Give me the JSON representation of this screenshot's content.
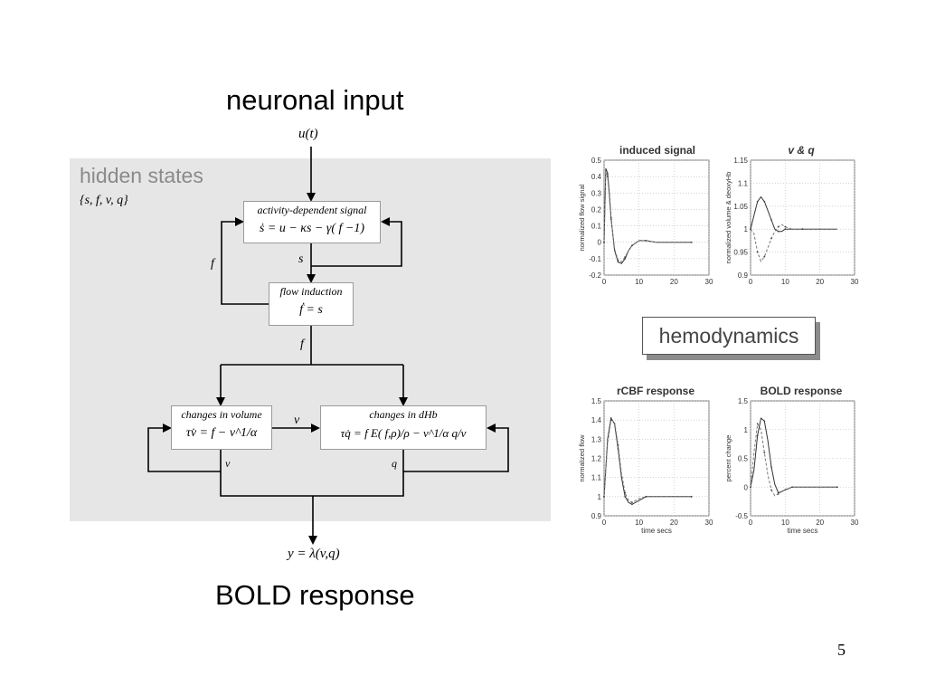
{
  "titles": {
    "top": "neuronal input",
    "bottom": "BOLD response",
    "input_symbol": "u(t)",
    "output_symbol": "y = λ(v,q)"
  },
  "hidden_states": {
    "label": "hidden states",
    "vars": "{s, f, v, q}"
  },
  "boxes": {
    "activity": {
      "title": "activity-dependent signal",
      "equation": "ṡ = u − κs − γ( f −1)"
    },
    "flow": {
      "title": "flow induction",
      "equation": "ḟ = s"
    },
    "volume": {
      "title": "changes in volume",
      "equation": "τv̇ = f − v^1/α"
    },
    "dhb": {
      "title": "changes in dHb",
      "equation": "τq̇ = f E( f,ρ)/ρ − v^1/α q/v"
    }
  },
  "edge_labels": {
    "s": "s",
    "f_left": "f",
    "f_mid": "f",
    "v_mid": "v",
    "v_low": "v",
    "q_low": "q"
  },
  "hemodynamics_label": "hemodynamics",
  "page_number": "5",
  "colors": {
    "panel": "#e6e6e6",
    "hidden_label": "#8a8a8a"
  },
  "plots": [
    {
      "title": "induced signal",
      "ylabel": "normalized flow signal",
      "xlabel": "",
      "yticks": [
        "0.5",
        "0.4",
        "0.3",
        "0.2",
        "0.1",
        "0",
        "-0.1",
        "-0.2"
      ],
      "xticks": [
        "0",
        "10",
        "20",
        "30"
      ],
      "chart_data": {
        "type": "line",
        "xlim": [
          0,
          30
        ],
        "ylim": [
          -0.2,
          0.5
        ],
        "series": [
          {
            "style": "solid",
            "x": [
              0,
              0.5,
              1,
              1.5,
              2,
              3,
              4,
              5,
              6,
              7,
              8,
              10,
              12,
              15,
              25
            ],
            "y": [
              0,
              0.45,
              0.42,
              0.3,
              0.15,
              -0.05,
              -0.12,
              -0.13,
              -0.1,
              -0.05,
              -0.02,
              0.01,
              0.01,
              0,
              0
            ]
          },
          {
            "style": "dashed",
            "x": [
              0,
              0.5,
              1,
              1.5,
              2,
              3,
              4,
              5,
              6,
              7,
              8,
              10,
              12,
              15,
              25
            ],
            "y": [
              0,
              0.43,
              0.4,
              0.28,
              0.14,
              -0.04,
              -0.11,
              -0.12,
              -0.09,
              -0.05,
              -0.02,
              0.01,
              0.01,
              0,
              0
            ]
          }
        ]
      }
    },
    {
      "title": "v & q",
      "ylabel": "normalized volume & deoxyHb",
      "xlabel": "",
      "yticks": [
        "1.15",
        "1.1",
        "1.05",
        "1",
        "0.95",
        "0.9"
      ],
      "xticks": [
        "0",
        "10",
        "20",
        "30"
      ],
      "chart_data": {
        "type": "line",
        "xlim": [
          0,
          30
        ],
        "ylim": [
          0.9,
          1.15
        ],
        "series": [
          {
            "style": "solid",
            "x": [
              0,
              1,
              2,
              3,
              4,
              5,
              6,
              7,
              8,
              9,
              10,
              12,
              15,
              25
            ],
            "y": [
              1,
              1.03,
              1.06,
              1.07,
              1.06,
              1.04,
              1.02,
              1.0,
              0.995,
              0.995,
              1.0,
              1.0,
              1.0,
              1.0
            ]
          },
          {
            "style": "dashed",
            "x": [
              0,
              1,
              2,
              3,
              4,
              5,
              6,
              7,
              8,
              9,
              10,
              12,
              15,
              25
            ],
            "y": [
              1,
              0.99,
              0.95,
              0.93,
              0.94,
              0.96,
              0.98,
              0.995,
              1.005,
              1.01,
              1.005,
              1.0,
              1.0,
              1.0
            ]
          }
        ]
      }
    },
    {
      "title": "rCBF response",
      "ylabel": "normalized flow",
      "xlabel": "time secs",
      "yticks": [
        "1.5",
        "1.4",
        "1.3",
        "1.2",
        "1.1",
        "1",
        "0.9"
      ],
      "xticks": [
        "0",
        "10",
        "20",
        "30"
      ],
      "chart_data": {
        "type": "line",
        "xlim": [
          0,
          30
        ],
        "ylim": [
          0.9,
          1.5
        ],
        "series": [
          {
            "style": "solid",
            "x": [
              0,
              1,
              2,
              3,
              4,
              5,
              6,
              7,
              8,
              10,
              12,
              15,
              25
            ],
            "y": [
              1,
              1.3,
              1.41,
              1.38,
              1.25,
              1.1,
              1.0,
              0.97,
              0.96,
              0.98,
              1.0,
              1.0,
              1.0
            ]
          },
          {
            "style": "dashed",
            "x": [
              0,
              1,
              2,
              3,
              4,
              5,
              6,
              7,
              8,
              10,
              12,
              15,
              25
            ],
            "y": [
              1,
              1.28,
              1.4,
              1.39,
              1.27,
              1.12,
              1.02,
              0.98,
              0.97,
              0.99,
              1.0,
              1.0,
              1.0
            ]
          }
        ]
      }
    },
    {
      "title": "BOLD response",
      "ylabel": "percent change",
      "xlabel": "time secs",
      "yticks": [
        "1.5",
        "1",
        "0.5",
        "0",
        "-0.5"
      ],
      "xticks": [
        "0",
        "10",
        "20",
        "30"
      ],
      "chart_data": {
        "type": "line",
        "xlim": [
          0,
          30
        ],
        "ylim": [
          -0.5,
          1.5
        ],
        "series": [
          {
            "style": "solid",
            "x": [
              0,
              1,
              2,
              3,
              4,
              5,
              6,
              7,
              8,
              10,
              12,
              15,
              25
            ],
            "y": [
              0,
              0.3,
              0.9,
              1.2,
              1.15,
              0.8,
              0.35,
              0.05,
              -0.1,
              -0.05,
              0,
              0,
              0
            ]
          },
          {
            "style": "dashed",
            "x": [
              0,
              1,
              2,
              3,
              4,
              5,
              6,
              7,
              8,
              10,
              12,
              15,
              25
            ],
            "y": [
              0,
              0.6,
              1.1,
              1.0,
              0.6,
              0.2,
              -0.05,
              -0.15,
              -0.12,
              -0.04,
              0,
              0,
              0
            ]
          }
        ]
      }
    }
  ]
}
